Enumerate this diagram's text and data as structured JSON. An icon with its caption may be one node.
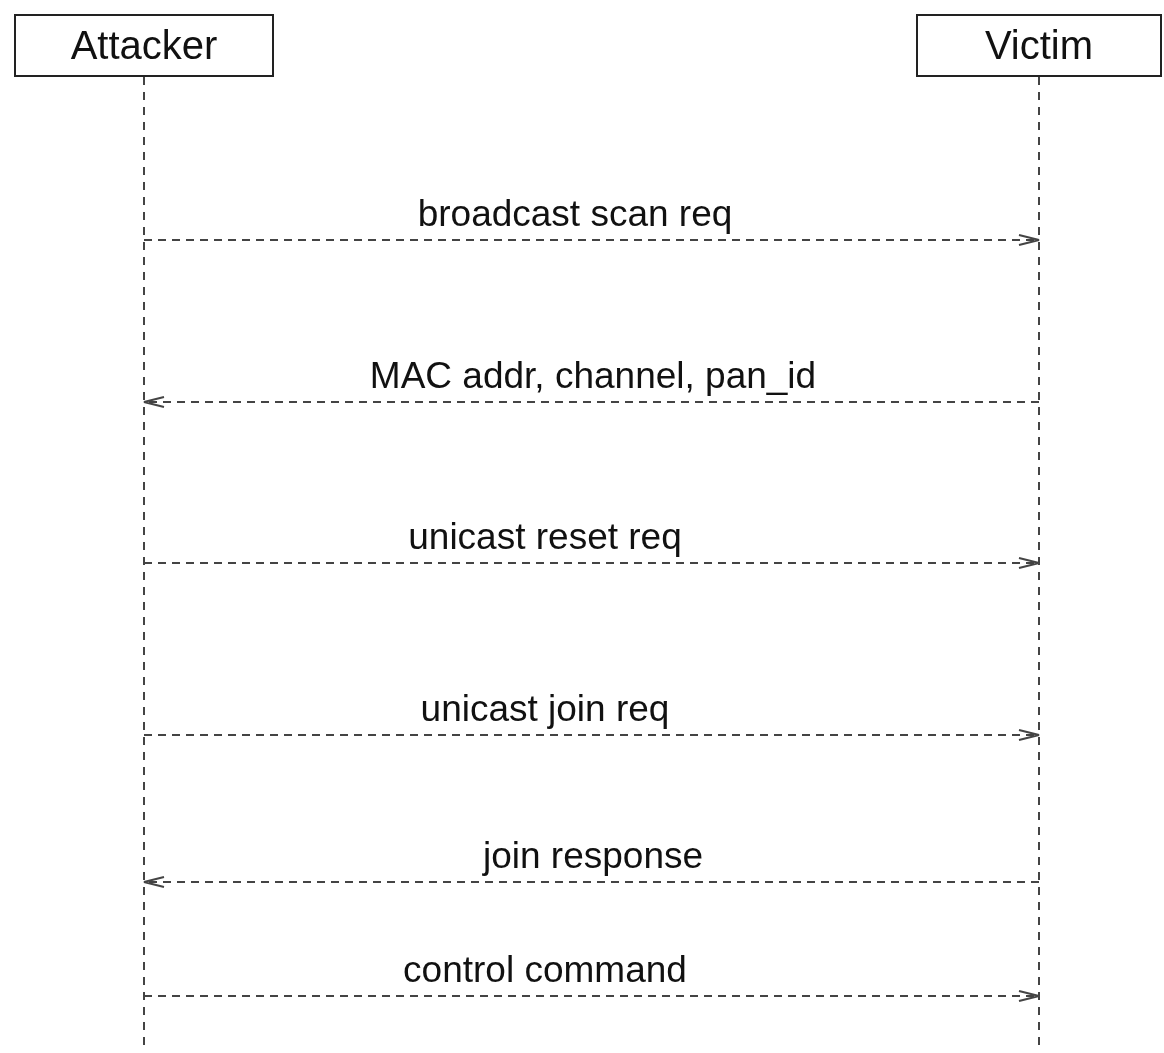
{
  "diagram": {
    "nodes": [
      {
        "text": [
          "Attacker"
        ]
      },
      {
        "text": [
          "Victim"
        ]
      }
    ],
    "edges": [
      {
        "from": 0,
        "to": 1,
        "arrow": "to",
        "label": "broadcast scan req",
        "style": "dashed"
      },
      {
        "from": 1,
        "to": 0,
        "arrow": "to",
        "label": "MAC addr, channel, pan_id",
        "style": "dashed"
      },
      {
        "from": 0,
        "to": 1,
        "arrow": "to",
        "label": "unicast reset req",
        "style": "dashed"
      },
      {
        "from": 0,
        "to": 1,
        "arrow": "to",
        "label": "unicast join req",
        "style": "dashed"
      },
      {
        "from": 1,
        "to": 0,
        "arrow": "to",
        "label": "join response",
        "style": "dashed"
      },
      {
        "from": 0,
        "to": 1,
        "arrow": "to",
        "label": "control command",
        "style": "dashed"
      }
    ]
  }
}
